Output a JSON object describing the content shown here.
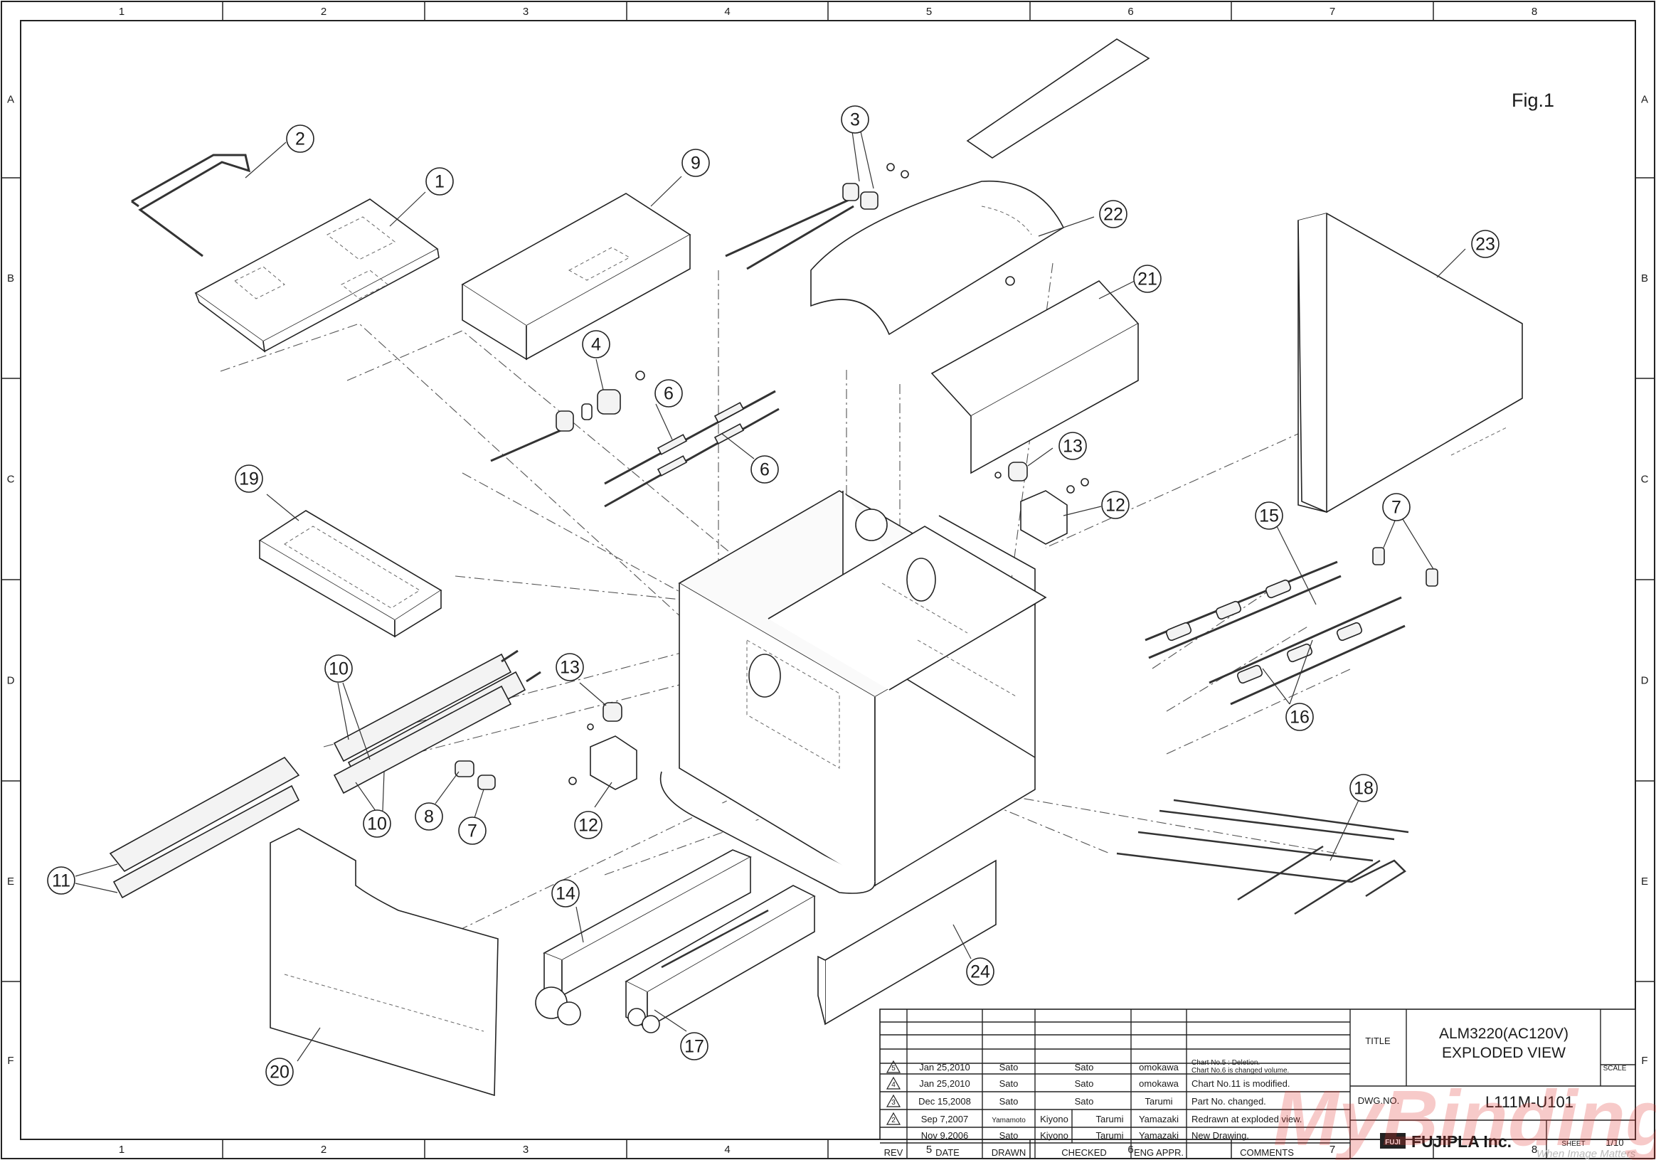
{
  "drawing": {
    "figure_label": "Fig.1",
    "zones_columns": [
      "1",
      "2",
      "3",
      "4",
      "5",
      "6",
      "7",
      "8"
    ],
    "zones_rows": [
      "A",
      "B",
      "C",
      "D",
      "E",
      "F"
    ],
    "callouts": [
      "1",
      "2",
      "3",
      "4",
      "6",
      "6",
      "7",
      "7",
      "8",
      "9",
      "10",
      "10",
      "11",
      "12",
      "12",
      "13",
      "13",
      "14",
      "15",
      "16",
      "17",
      "18",
      "19",
      "20",
      "21",
      "22",
      "23",
      "24"
    ]
  },
  "title_block": {
    "title_label": "TITLE",
    "title_line1": "ALM3220(AC120V)",
    "title_line2": "EXPLODED VIEW",
    "scale_label": "SCALE",
    "dwg_no_label": "DWG.NO.",
    "dwg_no": "L111M-U101",
    "company": "FUJIPLA Inc.",
    "company_logo_text": "FUJI",
    "tagline": "When Image Matters",
    "sheet_label": "SHEET",
    "sheet": "1/10",
    "watermark": "MyBinding",
    "headers": {
      "rev": "REV",
      "date": "DATE",
      "drawn": "DRAWN",
      "checked": "CHECKED",
      "eng_appr": "ENG APPR.",
      "comments": "COMMENTS"
    },
    "revisions": [
      {
        "rev": "5",
        "date": "Jan 25,2010",
        "drawn": "Sato",
        "checked_a": "Sato",
        "checked_b": "",
        "appr": "omokawa",
        "comment": "Chart No.5 : Deletion.",
        "comment2": "Chart No.6 is changed volume."
      },
      {
        "rev": "4",
        "date": "Jan 25,2010",
        "drawn": "Sato",
        "checked_a": "Sato",
        "checked_b": "",
        "appr": "omokawa",
        "comment": "Chart No.11 is modified.",
        "comment2": ""
      },
      {
        "rev": "3",
        "date": "Dec 15,2008",
        "drawn": "Sato",
        "checked_a": "Sato",
        "checked_b": "",
        "appr": "Tarumi",
        "comment": "Part No. changed.",
        "comment2": ""
      },
      {
        "rev": "2",
        "date": "Sep 7,2007",
        "drawn": "Yamamoto",
        "checked_a": "Kiyono",
        "checked_b": "Tarumi",
        "appr": "Yamazaki",
        "comment": "Redrawn at exploded view.",
        "comment2": ""
      },
      {
        "rev": "",
        "date": "Nov 9,2006",
        "drawn": "Sato",
        "checked_a": "Kiyono",
        "checked_b": "Tarumi",
        "appr": "Yamazaki",
        "comment": "New Drawing.",
        "comment2": ""
      }
    ]
  }
}
